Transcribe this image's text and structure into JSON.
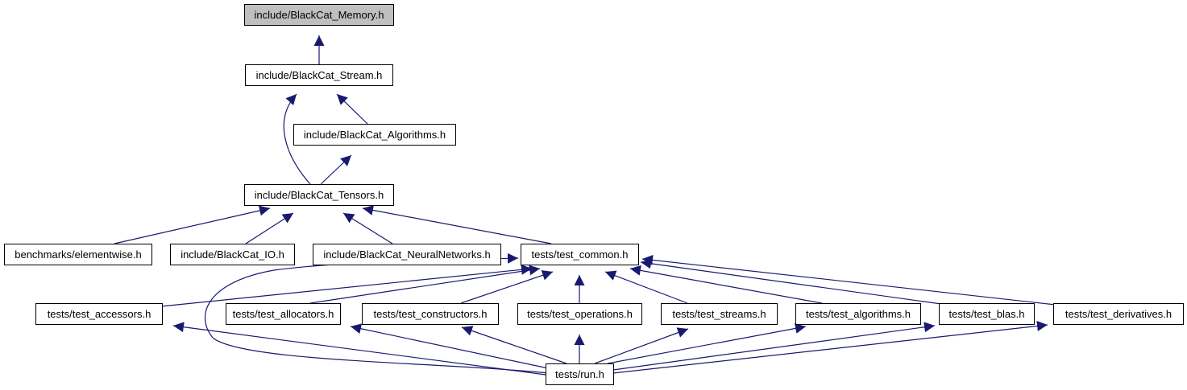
{
  "diagram": {
    "colors": {
      "edge": "#191970",
      "node_border": "#000000",
      "root_fill": "#bfbfbf",
      "node_fill": "#ffffff"
    },
    "nodes": [
      {
        "id": "memory",
        "label": "include/BlackCat_Memory.h",
        "root": true
      },
      {
        "id": "stream",
        "label": "include/BlackCat_Stream.h"
      },
      {
        "id": "algorithms",
        "label": "include/BlackCat_Algorithms.h"
      },
      {
        "id": "tensors",
        "label": "include/BlackCat_Tensors.h"
      },
      {
        "id": "elementwise",
        "label": "benchmarks/elementwise.h"
      },
      {
        "id": "io",
        "label": "include/BlackCat_IO.h"
      },
      {
        "id": "neural",
        "label": "include/BlackCat_NeuralNetworks.h"
      },
      {
        "id": "common",
        "label": "tests/test_common.h"
      },
      {
        "id": "accessors",
        "label": "tests/test_accessors.h"
      },
      {
        "id": "allocators",
        "label": "tests/test_allocators.h"
      },
      {
        "id": "constructors",
        "label": "tests/test_constructors.h"
      },
      {
        "id": "operations",
        "label": "tests/test_operations.h"
      },
      {
        "id": "streams",
        "label": "tests/test_streams.h"
      },
      {
        "id": "talgorithms",
        "label": "tests/test_algorithms.h"
      },
      {
        "id": "blas",
        "label": "tests/test_blas.h"
      },
      {
        "id": "derivatives",
        "label": "tests/test_derivatives.h"
      },
      {
        "id": "run",
        "label": "tests/run.h"
      }
    ],
    "edges": [
      {
        "from": "stream",
        "to": "memory"
      },
      {
        "from": "algorithms",
        "to": "stream"
      },
      {
        "from": "tensors",
        "to": "stream"
      },
      {
        "from": "tensors",
        "to": "algorithms"
      },
      {
        "from": "elementwise",
        "to": "tensors"
      },
      {
        "from": "io",
        "to": "tensors"
      },
      {
        "from": "neural",
        "to": "tensors"
      },
      {
        "from": "common",
        "to": "tensors"
      },
      {
        "from": "accessors",
        "to": "common"
      },
      {
        "from": "allocators",
        "to": "common"
      },
      {
        "from": "constructors",
        "to": "common"
      },
      {
        "from": "operations",
        "to": "common"
      },
      {
        "from": "streams",
        "to": "common"
      },
      {
        "from": "talgorithms",
        "to": "common"
      },
      {
        "from": "blas",
        "to": "common"
      },
      {
        "from": "derivatives",
        "to": "common"
      },
      {
        "from": "run",
        "to": "common"
      },
      {
        "from": "run",
        "to": "accessors"
      },
      {
        "from": "run",
        "to": "allocators"
      },
      {
        "from": "run",
        "to": "constructors"
      },
      {
        "from": "run",
        "to": "operations"
      },
      {
        "from": "run",
        "to": "streams"
      },
      {
        "from": "run",
        "to": "talgorithms"
      },
      {
        "from": "run",
        "to": "blas"
      },
      {
        "from": "run",
        "to": "derivatives"
      }
    ]
  }
}
